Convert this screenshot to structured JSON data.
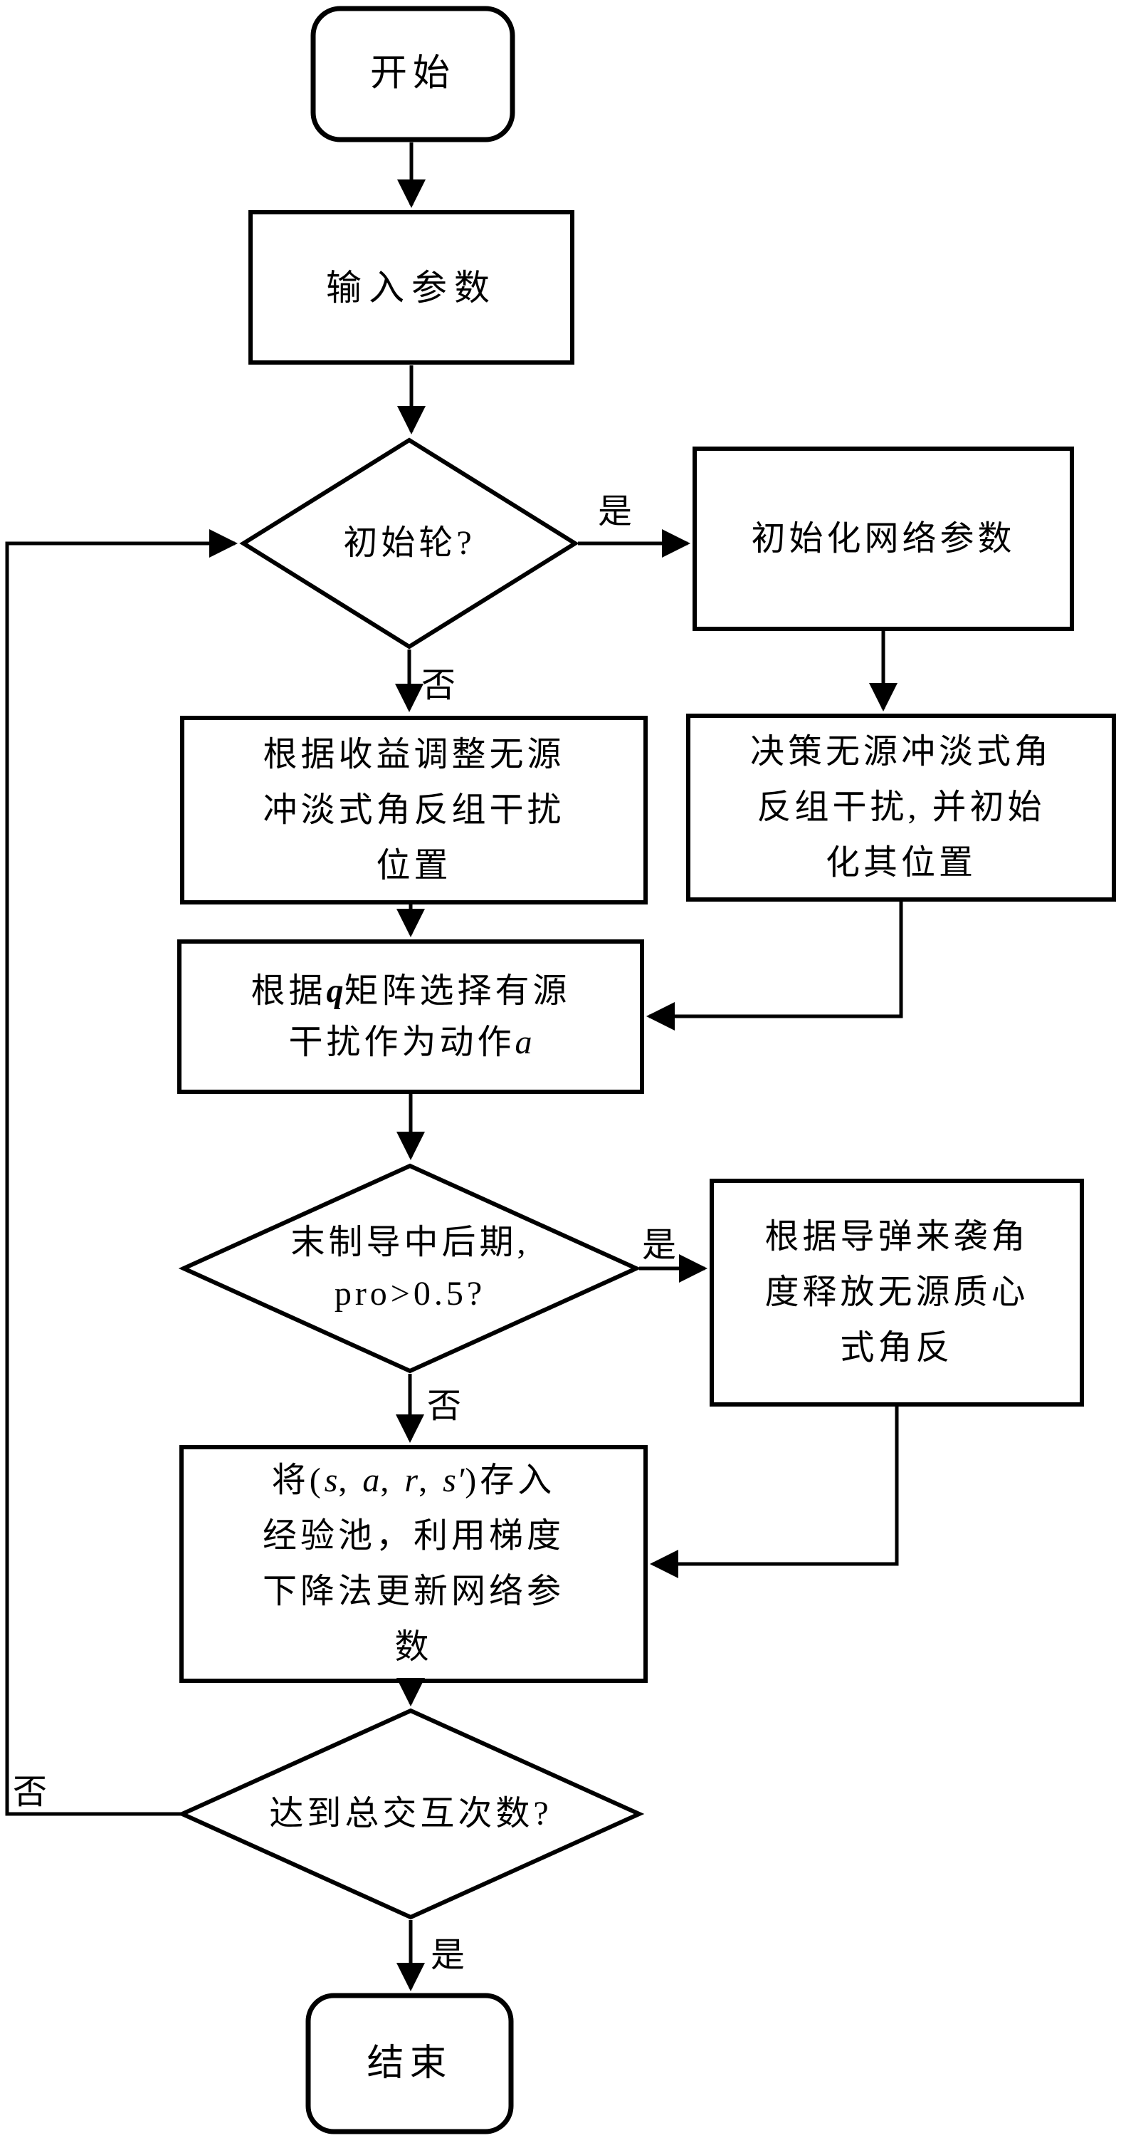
{
  "figure": {
    "background": "#ffffff",
    "stroke_color": "#000000"
  },
  "nodes": {
    "start": {
      "label": "开始"
    },
    "input": {
      "label": "输入参数"
    },
    "decision_init": {
      "label": "初始轮?"
    },
    "init_net": {
      "label": "初始化网络参数"
    },
    "adjust": {
      "line1": "根据收益调整无源",
      "line2": "冲淡式角反组干扰",
      "line3": "位置"
    },
    "decide": {
      "line1": "决策无源冲淡式角",
      "line2": "反组干扰, 并初始",
      "line3": "化其位置"
    },
    "q_select": {
      "l1s1": "根据",
      "l1s2": "q",
      "l1s3": "矩阵选择有源",
      "l2s1": "干扰作为动作",
      "l2s2": "a"
    },
    "decision_late": {
      "line1": "末制导中后期,",
      "line2": "pro>0.5?"
    },
    "release": {
      "line1": "根据导弹来袭角",
      "line2": "度释放无源质心",
      "line3": "式角反"
    },
    "store": {
      "l1s1": "将(",
      "l1s2": "s",
      "l1s3": ", ",
      "l1s4": "a",
      "l1s5": ", ",
      "l1s6": "r",
      "l1s7": ", ",
      "l1s8": "s′",
      "l1s9": ")存入",
      "line2": "经验池，利用梯度",
      "line3": "下降法更新网络参",
      "line4": "数"
    },
    "decision_total": {
      "label": "达到总交互次数?"
    },
    "end": {
      "label": "结束"
    }
  },
  "edge_labels": {
    "yes1": "是",
    "no1": "否",
    "yes2": "是",
    "no2": "否",
    "yes3": "是",
    "no3": "否"
  }
}
